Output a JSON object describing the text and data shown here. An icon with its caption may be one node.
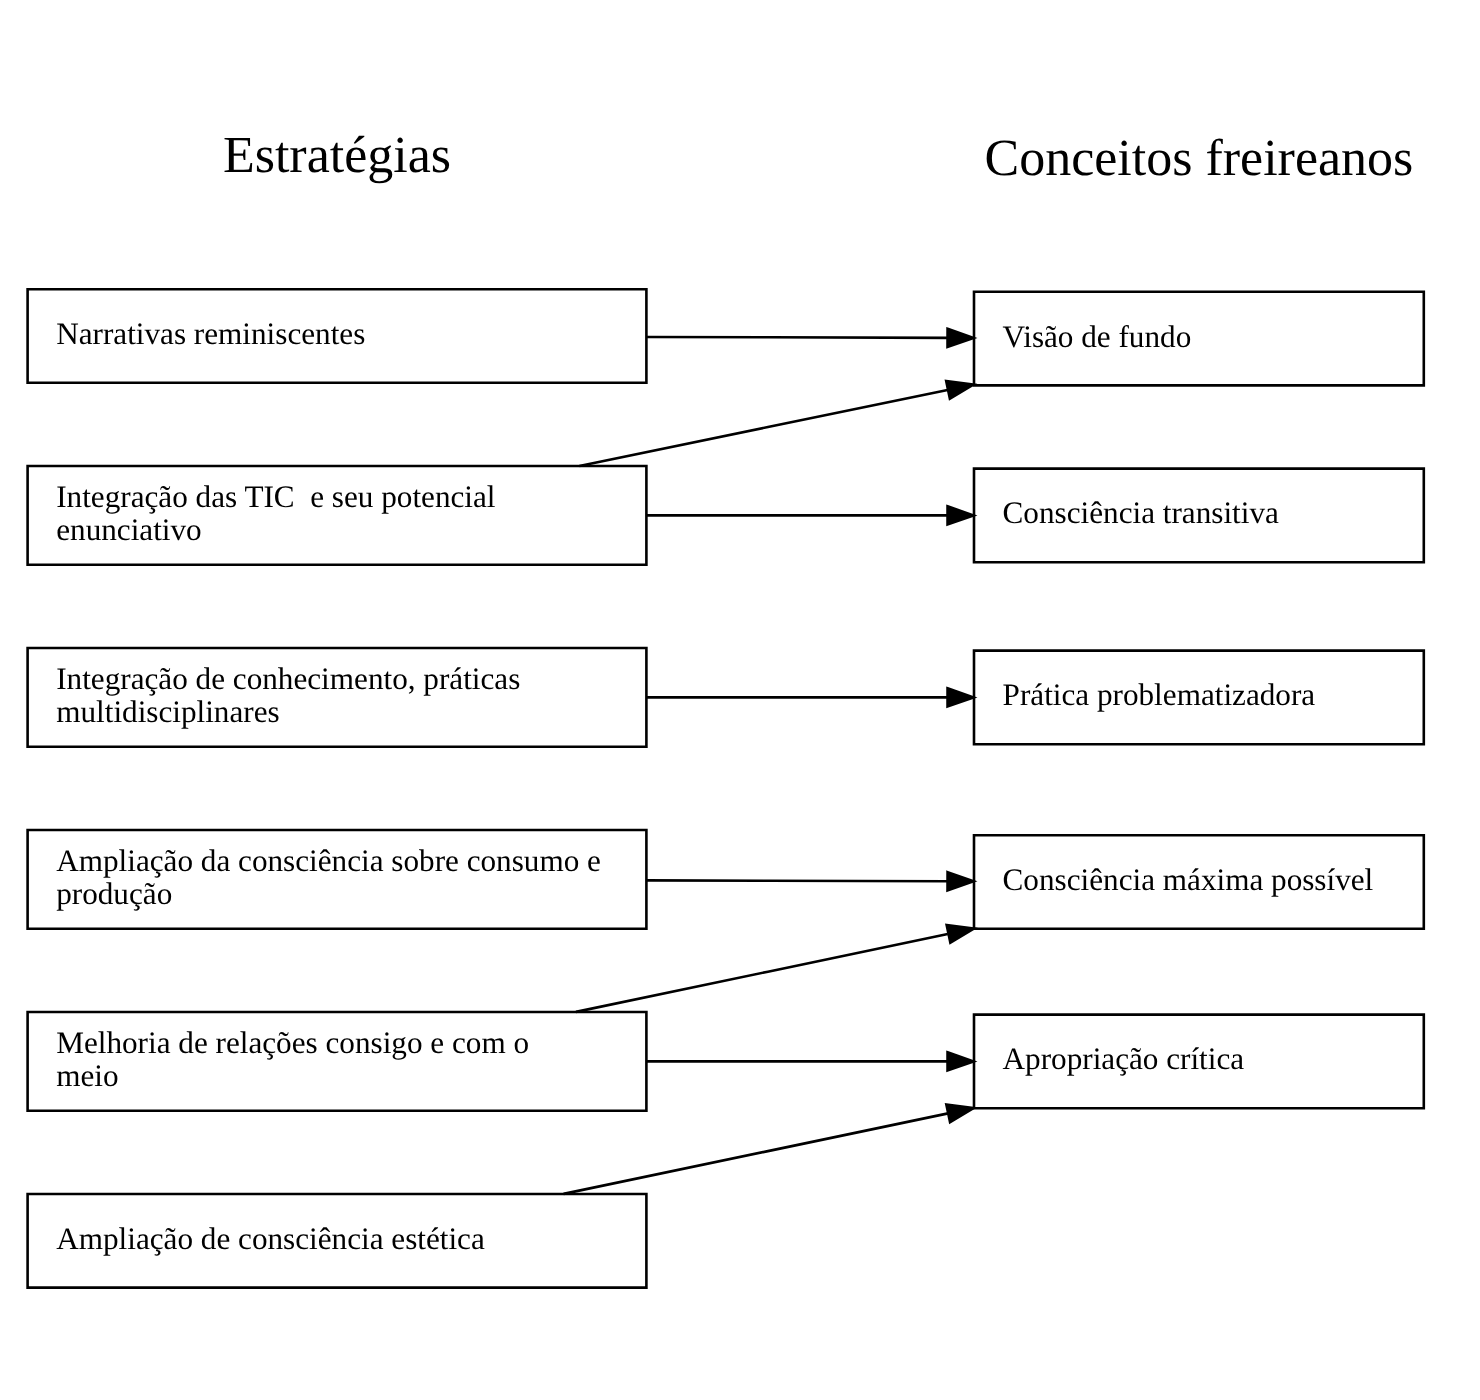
{
  "diagram": {
    "nodes": [
      {
        "text": [
          "Narrativas reminiscentes"
        ]
      },
      {
        "text": [
          "Visão de fundo"
        ]
      },
      {
        "text": [
          "Integração das TIC  e seu potencial enunciativo"
        ]
      },
      {
        "text": [
          "Consciência transitiva"
        ]
      },
      {
        "text": [
          "Integração de conhecimento, práticas multidisciplinares"
        ]
      },
      {
        "text": [
          "Prática problematizadora"
        ]
      },
      {
        "text": [
          "Ampliação da consciência sobre consumo e produção"
        ]
      },
      {
        "text": [
          "Consciência máxima possível"
        ]
      },
      {
        "text": [
          "Melhoria de relações consigo e com o meio"
        ]
      },
      {
        "text": [
          "Apropriação crítica"
        ]
      },
      {
        "text": [
          "Ampliação de consciência estética"
        ]
      }
    ],
    "edges": [
      {
        "from": 0,
        "to": 1,
        "arrow": "to"
      },
      {
        "from": 2,
        "to": 1,
        "arrow": "to"
      },
      {
        "from": 2,
        "to": 3,
        "arrow": "to"
      },
      {
        "from": 4,
        "to": 5,
        "arrow": "to"
      },
      {
        "from": 6,
        "to": 7,
        "arrow": "to"
      },
      {
        "from": 8,
        "to": 7,
        "arrow": "to"
      },
      {
        "from": 8,
        "to": 9,
        "arrow": "to"
      },
      {
        "from": 10,
        "to": 9,
        "arrow": "to"
      }
    ],
    "labels": [
      "Estratégias",
      "Conceitos freireanos"
    ]
  }
}
